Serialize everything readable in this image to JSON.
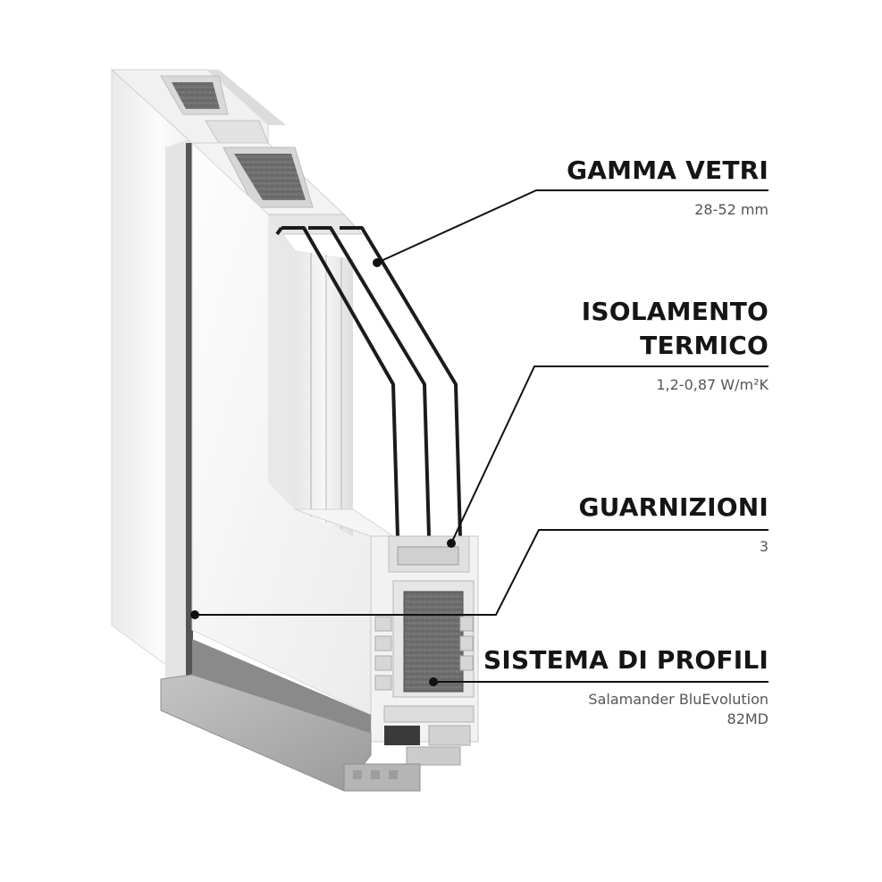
{
  "specs": [
    {
      "title": "GAMMA VETRI",
      "value": "28-52 mm"
    },
    {
      "title": "ISOLAMENTO\nTERMICO",
      "value": "1,2-0,87 W/m²K"
    },
    {
      "title": "GUARNIZIONI",
      "value": "3"
    },
    {
      "title": "SISTEMA DI PROFILI",
      "value": "Salamander BluEvolution\n82MD"
    }
  ],
  "colors": {
    "profile_white": "#f4f4f4",
    "insulation_gray": "#6b6b6b",
    "sill_gray": "#a9a9a9",
    "leader_line": "#111111"
  }
}
